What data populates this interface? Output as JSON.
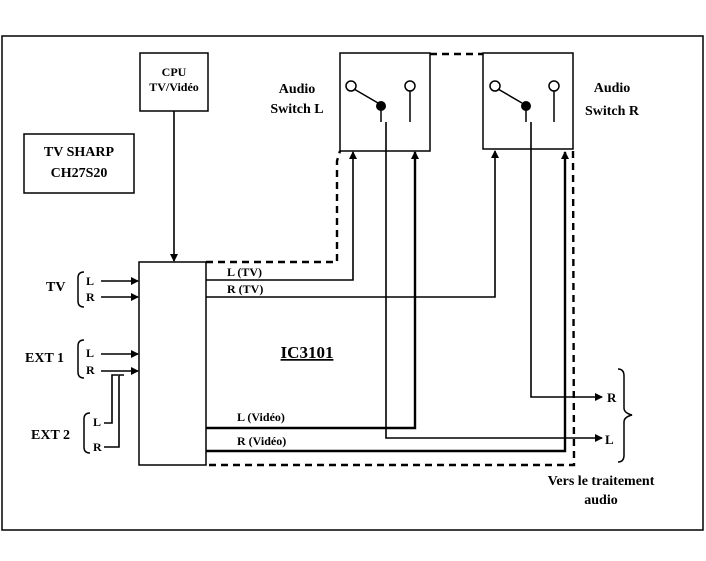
{
  "cpu": {
    "line1": "CPU",
    "line2": "TV/Vidéo"
  },
  "tv_box": {
    "line1": "TV SHARP",
    "line2": "CH27S20"
  },
  "switch_left": {
    "line1": "Audio",
    "line2": "Switch L"
  },
  "switch_right": {
    "line1": "Audio",
    "line2": "Switch R"
  },
  "ic": {
    "label": "IC3101"
  },
  "inputs": {
    "tv": {
      "label": "TV",
      "l": "L",
      "r": "R"
    },
    "ext1": {
      "label": "EXT 1",
      "l": "L",
      "r": "R"
    },
    "ext2": {
      "label": "EXT 2",
      "l": "L",
      "r": "R"
    }
  },
  "signals": {
    "l_tv": "L (TV)",
    "r_tv": "R (TV)",
    "l_video": "L (Vidéo)",
    "r_video": "R (Vidéo)"
  },
  "outputs": {
    "r": "R",
    "l": "L",
    "caption_line1": "Vers le traitement",
    "caption_line2": "audio"
  }
}
